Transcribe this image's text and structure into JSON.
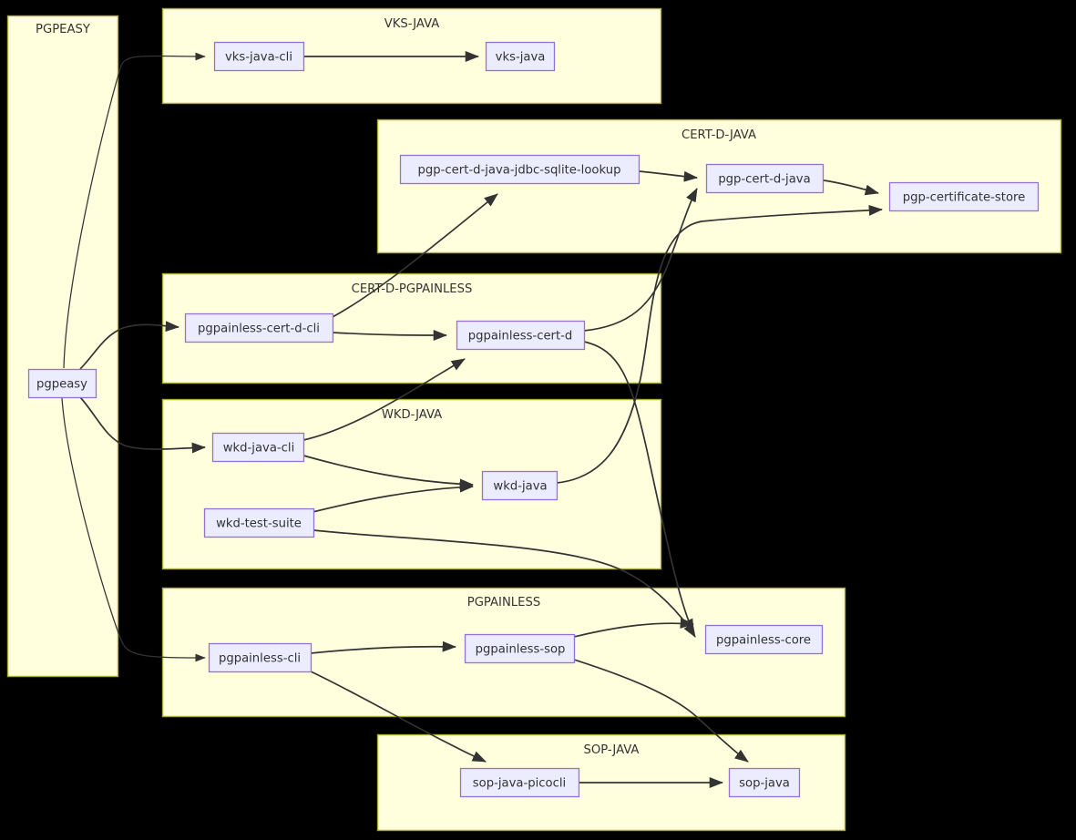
{
  "diagram": {
    "type": "dependency-graph",
    "background_color": "#000000",
    "cluster_fill": "#ffffde",
    "cluster_stroke": "#aaaa33",
    "node_fill": "#ececff",
    "node_stroke": "#9370db",
    "edge_color": "#333333",
    "text_color": "#333333"
  },
  "clusters": [
    {
      "id": "pgpeasy",
      "label": "PGPEASY"
    },
    {
      "id": "vks_java",
      "label": "VKS-JAVA"
    },
    {
      "id": "cert_d_java",
      "label": "CERT-D-JAVA"
    },
    {
      "id": "cert_d_pgpainless",
      "label": "CERT-D-PGPAINLESS"
    },
    {
      "id": "wkd_java",
      "label": "WKD-JAVA"
    },
    {
      "id": "pgpainless",
      "label": "PGPAINLESS"
    },
    {
      "id": "sop_java",
      "label": "SOP-JAVA"
    }
  ],
  "nodes": [
    {
      "id": "pgpeasy",
      "label": "pgpeasy",
      "cluster": "pgpeasy"
    },
    {
      "id": "vks-java-cli",
      "label": "vks-java-cli",
      "cluster": "vks_java"
    },
    {
      "id": "vks-java",
      "label": "vks-java",
      "cluster": "vks_java"
    },
    {
      "id": "pgp-cert-d-java-jdbc-sqlite-lookup",
      "label": "pgp-cert-d-java-jdbc-sqlite-lookup",
      "cluster": "cert_d_java"
    },
    {
      "id": "pgp-cert-d-java",
      "label": "pgp-cert-d-java",
      "cluster": "cert_d_java"
    },
    {
      "id": "pgp-certificate-store",
      "label": "pgp-certificate-store",
      "cluster": "cert_d_java"
    },
    {
      "id": "pgpainless-cert-d-cli",
      "label": "pgpainless-cert-d-cli",
      "cluster": "cert_d_pgpainless"
    },
    {
      "id": "pgpainless-cert-d",
      "label": "pgpainless-cert-d",
      "cluster": "cert_d_pgpainless"
    },
    {
      "id": "wkd-java-cli",
      "label": "wkd-java-cli",
      "cluster": "wkd_java"
    },
    {
      "id": "wkd-java",
      "label": "wkd-java",
      "cluster": "wkd_java"
    },
    {
      "id": "wkd-test-suite",
      "label": "wkd-test-suite",
      "cluster": "wkd_java"
    },
    {
      "id": "pgpainless-cli",
      "label": "pgpainless-cli",
      "cluster": "pgpainless"
    },
    {
      "id": "pgpainless-sop",
      "label": "pgpainless-sop",
      "cluster": "pgpainless"
    },
    {
      "id": "pgpainless-core",
      "label": "pgpainless-core",
      "cluster": "pgpainless"
    },
    {
      "id": "sop-java-picocli",
      "label": "sop-java-picocli",
      "cluster": "sop_java"
    },
    {
      "id": "sop-java",
      "label": "sop-java",
      "cluster": "sop_java"
    }
  ],
  "edges": [
    {
      "from": "pgpeasy",
      "to": "vks-java-cli"
    },
    {
      "from": "pgpeasy",
      "to": "pgpainless-cert-d-cli"
    },
    {
      "from": "pgpeasy",
      "to": "wkd-java-cli"
    },
    {
      "from": "pgpeasy",
      "to": "pgpainless-cli"
    },
    {
      "from": "vks-java-cli",
      "to": "vks-java"
    },
    {
      "from": "pgp-cert-d-java-jdbc-sqlite-lookup",
      "to": "pgp-cert-d-java"
    },
    {
      "from": "pgp-cert-d-java",
      "to": "pgp-certificate-store"
    },
    {
      "from": "pgpainless-cert-d-cli",
      "to": "pgp-cert-d-java-jdbc-sqlite-lookup"
    },
    {
      "from": "pgpainless-cert-d-cli",
      "to": "pgpainless-cert-d"
    },
    {
      "from": "pgpainless-cert-d",
      "to": "pgp-cert-d-java"
    },
    {
      "from": "pgpainless-cert-d",
      "to": "pgpainless-core"
    },
    {
      "from": "wkd-java-cli",
      "to": "pgpainless-cert-d"
    },
    {
      "from": "wkd-java-cli",
      "to": "wkd-java"
    },
    {
      "from": "wkd-test-suite",
      "to": "wkd-java"
    },
    {
      "from": "wkd-test-suite",
      "to": "pgpainless-core"
    },
    {
      "from": "wkd-java",
      "to": "pgp-certificate-store"
    },
    {
      "from": "pgpainless-cli",
      "to": "pgpainless-sop"
    },
    {
      "from": "pgpainless-cli",
      "to": "sop-java-picocli"
    },
    {
      "from": "pgpainless-sop",
      "to": "pgpainless-core"
    },
    {
      "from": "pgpainless-sop",
      "to": "sop-java"
    },
    {
      "from": "sop-java-picocli",
      "to": "sop-java"
    }
  ]
}
